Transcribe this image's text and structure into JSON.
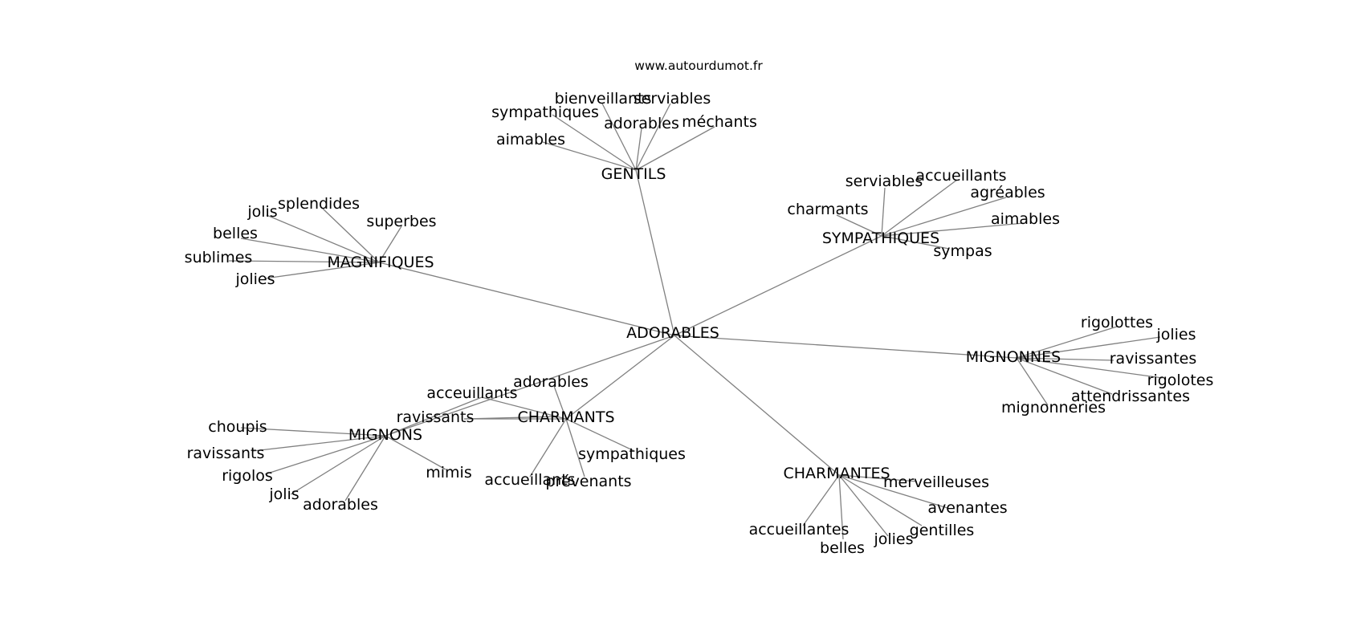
{
  "header": {
    "site": "www.autourdumot.fr"
  },
  "graph": {
    "root": {
      "label": "ADORABLES"
    },
    "clusters": [
      {
        "id": "gentils",
        "label": "GENTILS",
        "leaves": [
          "aimables",
          "sympathiques",
          "bienveillants",
          "serviables",
          "adorables",
          "méchants"
        ]
      },
      {
        "id": "sympathiques",
        "label": "SYMPATHIQUES",
        "leaves": [
          "charmants",
          "serviables",
          "accueillants",
          "agréables",
          "aimables",
          "sympas"
        ]
      },
      {
        "id": "magnifiques",
        "label": "MAGNIFIQUES",
        "leaves": [
          "jolis",
          "splendides",
          "superbes",
          "belles",
          "sublimes",
          "jolies"
        ]
      },
      {
        "id": "mignonnes",
        "label": "MIGNONNES",
        "leaves": [
          "rigolottes",
          "jolies",
          "ravissantes",
          "rigolotes",
          "attendrissantes",
          "mignonneries"
        ]
      },
      {
        "id": "charmants",
        "label": "CHARMANTS",
        "leaves": [
          "adorables",
          "acceuillants",
          "ravissants",
          "sympathiques",
          "accueillants",
          "prévenants"
        ]
      },
      {
        "id": "mignons",
        "label": "MIGNONS",
        "leaves": [
          "choupis",
          "ravissants",
          "rigolos",
          "jolis",
          "adorables",
          "mimis"
        ]
      },
      {
        "id": "charmantes",
        "label": "CHARMANTES",
        "leaves": [
          "merveilleuses",
          "avenantes",
          "gentilles",
          "jolies",
          "belles",
          "accueillantes"
        ]
      }
    ]
  }
}
